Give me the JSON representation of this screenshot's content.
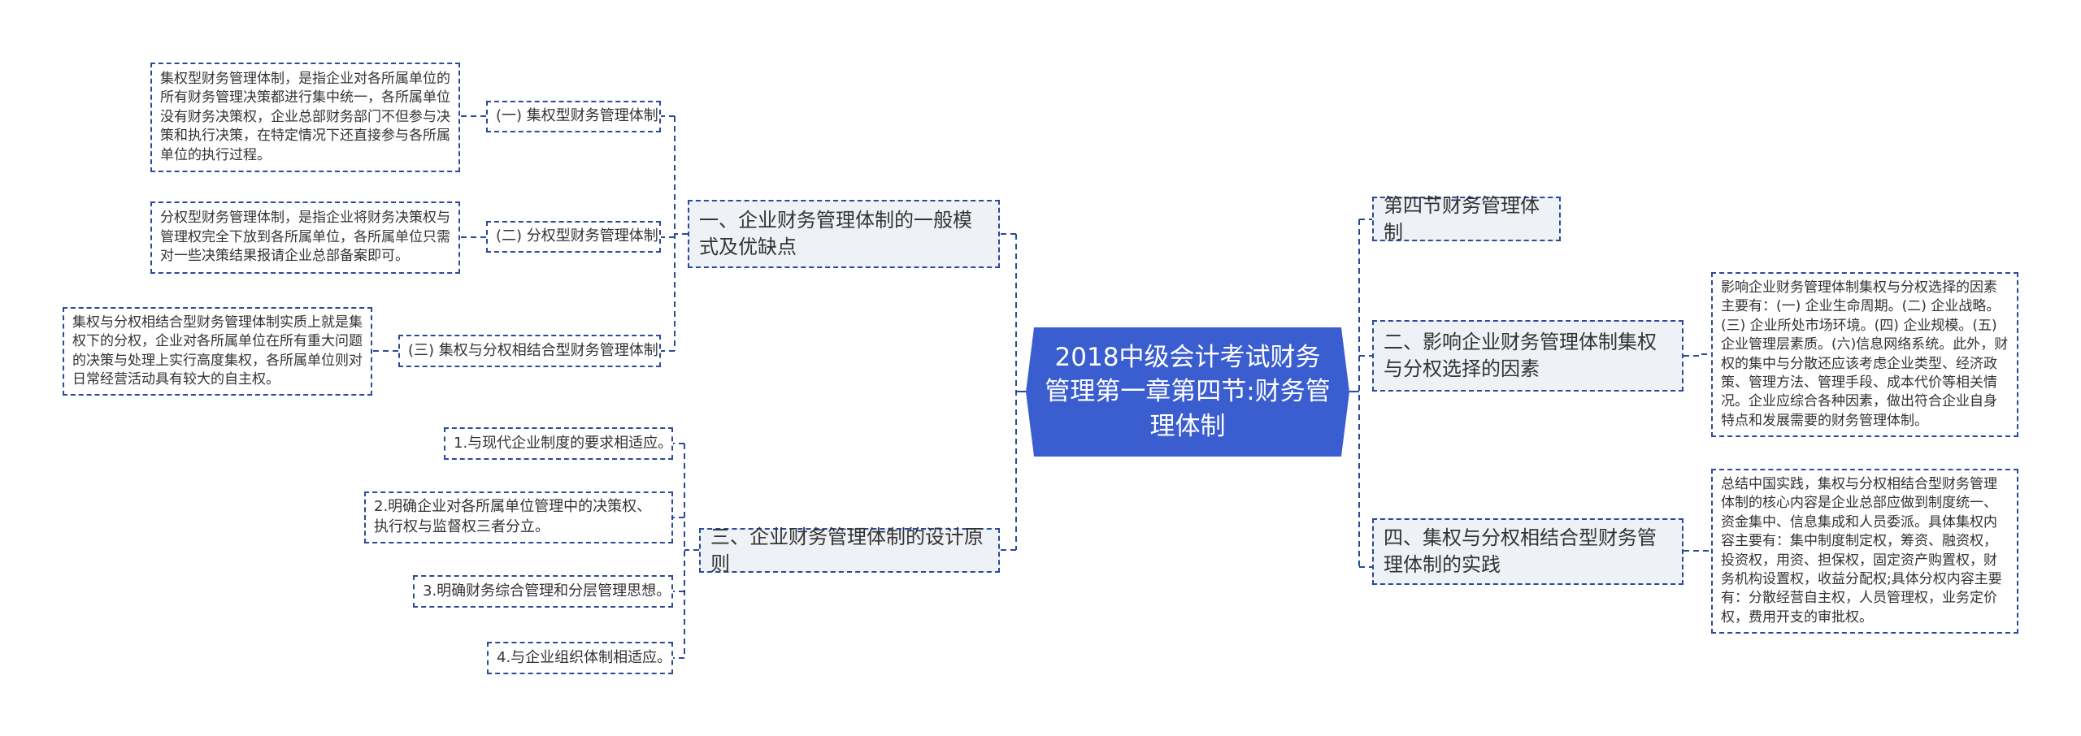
{
  "center": {
    "title": "2018中级会计考试财务管理第一章第四节:财务管理体制"
  },
  "colors": {
    "center_fill": "#3a5dcf",
    "connector": "#2a4a9a",
    "l1_fill": "#eef1f5"
  },
  "left": {
    "branch1": {
      "label": "一、企业财务管理体制的一般模式及优缺点",
      "children": [
        {
          "label": "(一) 集权型财务管理体制",
          "detail": "集权型财务管理体制，是指企业对各所属单位的所有财务管理决策都进行集中统一，各所属单位没有财务决策权，企业总部财务部门不但参与决策和执行决策，在特定情况下还直接参与各所属单位的执行过程。"
        },
        {
          "label": "(二) 分权型财务管理体制",
          "detail": "分权型财务管理体制，是指企业将财务决策权与管理权完全下放到各所属单位，各所属单位只需对一些决策结果报请企业总部备案即可。"
        },
        {
          "label": "(三) 集权与分权相结合型财务管理体制",
          "detail": "集权与分权相结合型财务管理体制实质上就是集权下的分权，企业对各所属单位在所有重大问题的决策与处理上实行高度集权，各所属单位则对日常经营活动具有较大的自主权。"
        }
      ]
    },
    "branch3": {
      "label": "三、企业财务管理体制的设计原则",
      "children": [
        {
          "label": "1.与现代企业制度的要求相适应。"
        },
        {
          "label": "2.明确企业对各所属单位管理中的决策权、执行权与监督权三者分立。"
        },
        {
          "label": "3.明确财务综合管理和分层管理思想。"
        },
        {
          "label": "4.与企业组织体制相适应。"
        }
      ]
    }
  },
  "right": {
    "section": {
      "label": "第四节财务管理体制"
    },
    "branch2": {
      "label": "二、影响企业财务管理体制集权与分权选择的因素",
      "detail": "影响企业财务管理体制集权与分权选择的因素主要有：(一) 企业生命周期。(二) 企业战略。(三) 企业所处市场环境。(四) 企业规模。(五)企业管理层素质。(六)信息网络系统。此外，财权的集中与分散还应该考虑企业类型、经济政策、管理方法、管理手段、成本代价等相关情况。企业应综合各种因素，做出符合企业自身特点和发展需要的财务管理体制。"
    },
    "branch4": {
      "label": "四、集权与分权相结合型财务管理体制的实践",
      "detail": "总结中国实践，集权与分权相结合型财务管理体制的核心内容是企业总部应做到制度统一、资金集中、信息集成和人员委派。具体集权内容主要有：集中制度制定权，筹资、融资权，投资权，用资、担保权，固定资产购置权，财务机构设置权，收益分配权;具体分权内容主要有：分散经营自主权，人员管理权，业务定价权，费用开支的审批权。"
    }
  }
}
